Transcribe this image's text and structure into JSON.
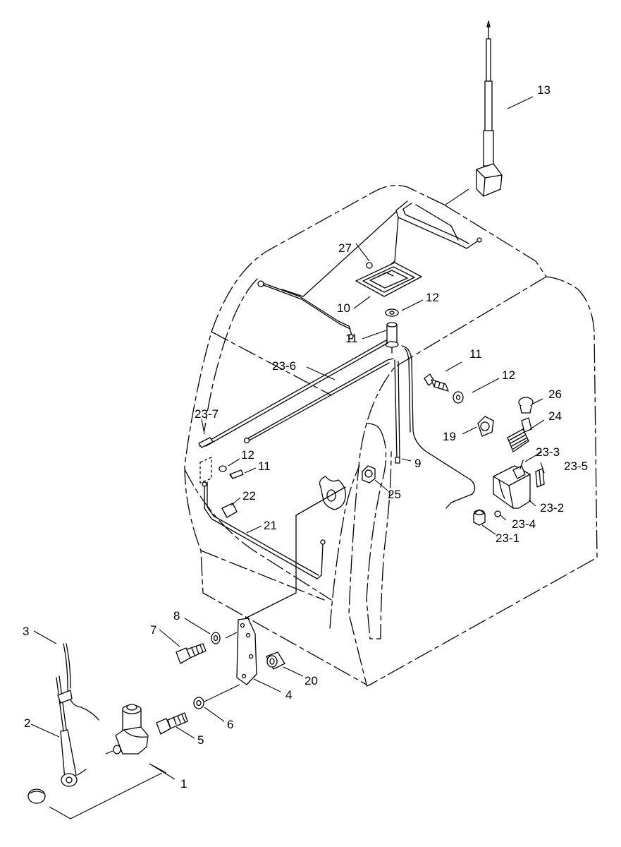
{
  "labels": {
    "p1": "1",
    "p2": "2",
    "p3": "3",
    "p4": "4",
    "p5": "5",
    "p6": "6",
    "p7": "7",
    "p8": "8",
    "p9": "9",
    "p10": "10",
    "p11a": "11",
    "p11b": "11",
    "p11c": "11",
    "p12a": "12",
    "p12b": "12",
    "p12c": "12",
    "p13": "13",
    "p19": "19",
    "p20": "20",
    "p21": "21",
    "p22": "22",
    "p23_1": "23-1",
    "p23_2": "23-2",
    "p23_3": "23-3",
    "p23_4": "23-4",
    "p23_5": "23-5",
    "p23_6": "23-6",
    "p23_7": "23-7",
    "p24": "24",
    "p25": "25",
    "p26": "26",
    "p27": "27"
  }
}
